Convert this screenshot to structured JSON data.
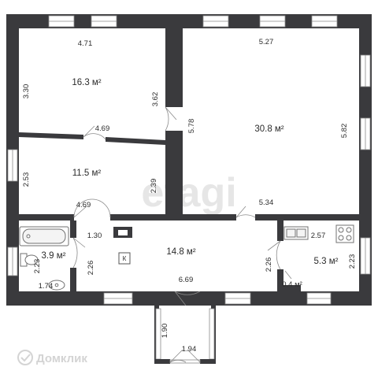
{
  "rooms": {
    "room_top_left": {
      "area": "16.3 м²",
      "width": "4.71",
      "height_left": "3.30",
      "height_right": "3.62",
      "width_bottom": "4.69"
    },
    "room_big": {
      "area": "30.8 м²",
      "width_top": "5.27",
      "height_left": "5.78",
      "height_right": "5.82",
      "width_bottom": "5.34"
    },
    "room_mid_left": {
      "area": "11.5 м²",
      "height_left": "2.53",
      "height_right": "2.39",
      "width_bottom": "4.69"
    },
    "hall": {
      "area": "14.8 м²",
      "width": "6.69",
      "height_left": "2.26",
      "height_right": "2.26",
      "mark": "К"
    },
    "bath": {
      "area": "3.9 м²",
      "width_top": "1.30",
      "width_bottom": "1.74",
      "height": "2.23"
    },
    "kitchen": {
      "area": "5.3 м²",
      "width": "2.57",
      "height": "2.23"
    },
    "pantry": {
      "area": "0.4 м²"
    },
    "porch": {
      "height": "1.90",
      "width": "1.94"
    }
  },
  "watermark": "etagi",
  "brand": "Домклик",
  "colors": {
    "wall": "#3a3a3d",
    "background": "#ffffff",
    "text": "#2b2b2b"
  },
  "icons": [
    "bathtub-icon",
    "toilet-icon",
    "sink-icon",
    "kitchen-sink-icon",
    "stove-icon",
    "brand-logo-icon"
  ]
}
